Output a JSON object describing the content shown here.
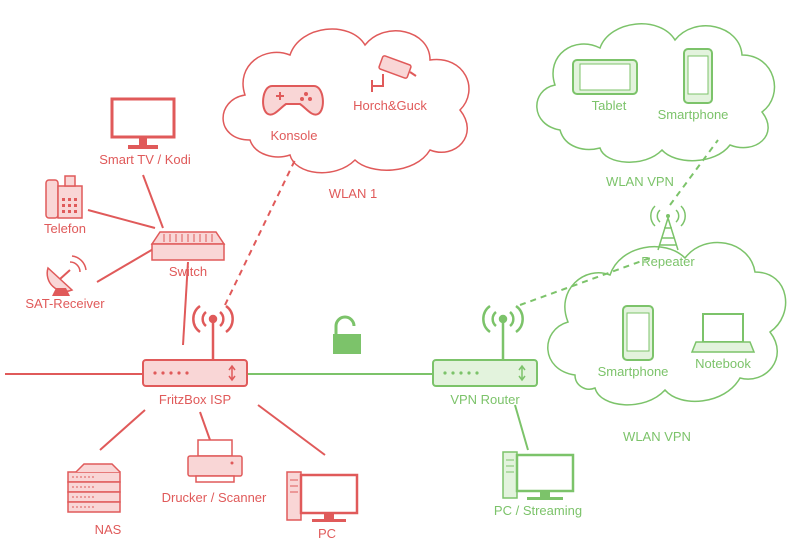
{
  "colors": {
    "red": "#e05a5a",
    "red_fill": "#f9d6d6",
    "green": "#7cc36a",
    "green_fill": "#e3f3dd",
    "lock": "#7cc36a"
  },
  "clouds": {
    "wlan1": {
      "label": "WLAN 1"
    },
    "wlan_vpn_top": {
      "label": "WLAN VPN"
    },
    "wlan_vpn_bottom": {
      "label": "WLAN VPN"
    }
  },
  "devices": {
    "konsole": "Konsole",
    "horch_guck": "Horch&Guck",
    "tablet": "Tablet",
    "smartphone_top": "Smartphone",
    "smart_tv": "Smart TV / Kodi",
    "telefon": "Telefon",
    "switch": "Switch",
    "sat_receiver": "SAT-Receiver",
    "repeater": "Repeater",
    "smartphone_bottom": "Smartphone",
    "notebook": "Notebook",
    "fritzbox": "FritzBox ISP",
    "vpn_router": "VPN Router",
    "nas": "NAS",
    "drucker": "Drucker / Scanner",
    "pc": "PC",
    "pc_streaming": "PC / Streaming"
  },
  "icons": {
    "lock": "unlocked-padlock-icon",
    "wifi": "wifi-antenna-icon",
    "gamepad": "gamepad-icon",
    "camera": "security-camera-icon"
  }
}
